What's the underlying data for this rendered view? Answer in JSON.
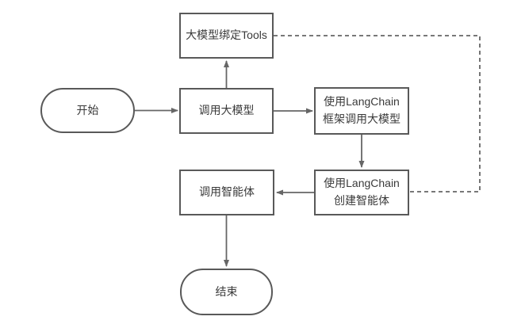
{
  "diagram": {
    "title": "LangChain agent workflow flowchart",
    "nodes": {
      "start": {
        "label": "开始",
        "shape": "stadium"
      },
      "bind_tools": {
        "label": "大模型绑定Tools",
        "shape": "rect"
      },
      "call_model": {
        "label": "调用大模型",
        "shape": "rect"
      },
      "langchain_call": {
        "line1": "使用LangChain",
        "line2": "框架调用大模型",
        "shape": "rect"
      },
      "langchain_agent": {
        "line1": "使用LangChain",
        "line2": "创建智能体",
        "shape": "rect"
      },
      "call_agent": {
        "label": "调用智能体",
        "shape": "rect"
      },
      "end": {
        "label": "结束",
        "shape": "stadium"
      }
    },
    "edges": [
      {
        "from": "start",
        "to": "call_model",
        "style": "solid-arrow"
      },
      {
        "from": "call_model",
        "to": "bind_tools",
        "style": "solid-arrow"
      },
      {
        "from": "call_model",
        "to": "langchain_call",
        "style": "solid-arrow"
      },
      {
        "from": "langchain_call",
        "to": "langchain_agent",
        "style": "solid-arrow"
      },
      {
        "from": "langchain_agent",
        "to": "call_agent",
        "style": "solid-arrow"
      },
      {
        "from": "call_agent",
        "to": "end",
        "style": "solid-arrow"
      },
      {
        "from": "bind_tools",
        "to": "langchain_agent",
        "style": "dashed"
      }
    ]
  },
  "colors": {
    "border": "#595959",
    "line": "#666666",
    "text": "#3a3a3a",
    "bg": "#ffffff"
  }
}
